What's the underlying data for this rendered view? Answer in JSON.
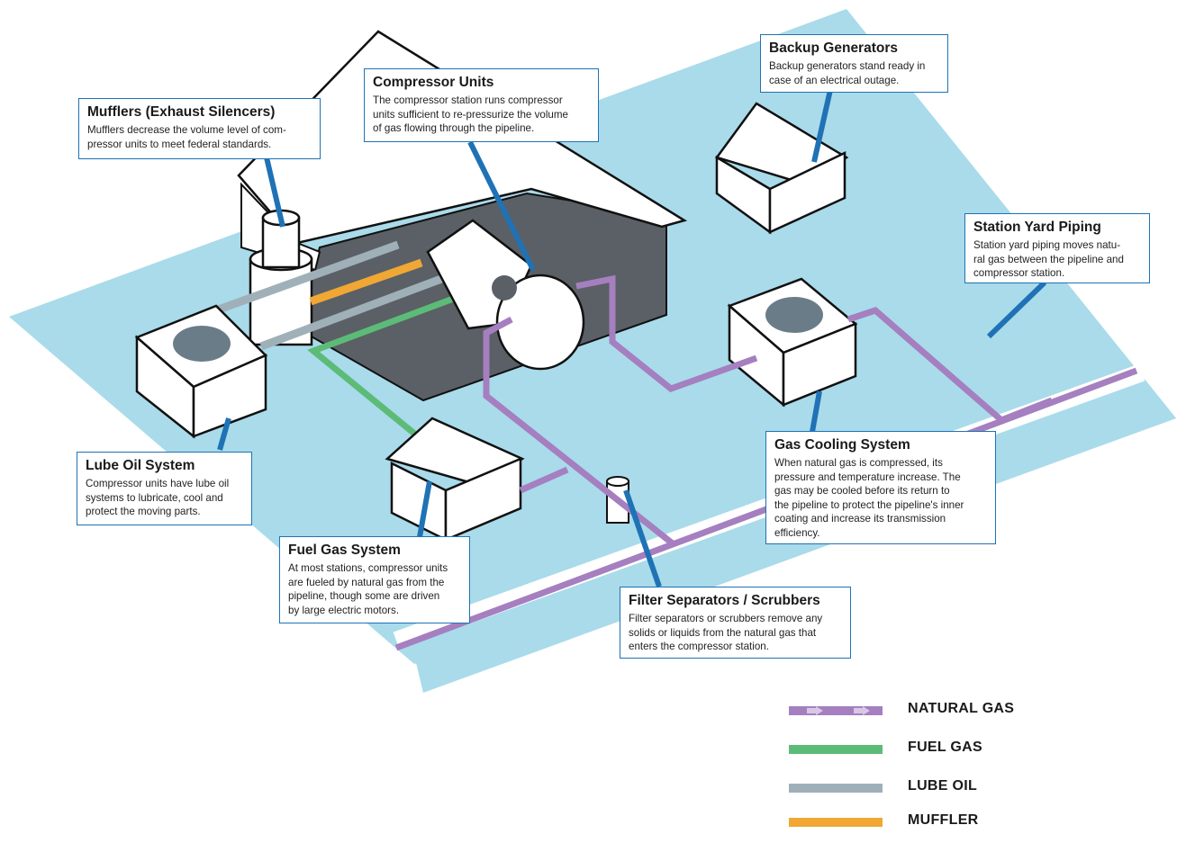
{
  "callouts": {
    "mufflers": {
      "title": "Mufflers (Exhaust Silencers)",
      "body": "Mufflers decrease the volume level of com-\npressor units to meet federal standards."
    },
    "compressor_units": {
      "title": "Compressor Units",
      "body": "The compressor station runs compressor\nunits sufficient to re-pressurize the volume\nof gas flowing through the pipeline."
    },
    "backup_generators": {
      "title": "Backup Generators",
      "body": "Backup generators stand ready in\ncase of an electrical outage."
    },
    "station_yard_piping": {
      "title": "Station Yard Piping",
      "body": "Station yard piping moves natu-\nral gas between the pipeline and\ncompressor station."
    },
    "lube_oil_system": {
      "title": "Lube Oil System",
      "body": "Compressor units have lube oil\nsystems to lubricate, cool and\nprotect the moving parts."
    },
    "fuel_gas_system": {
      "title": "Fuel Gas System",
      "body": "At most stations, compressor units\nare fueled by natural gas from the\npipeline, though some are driven\nby large electric motors."
    },
    "gas_cooling_system": {
      "title": "Gas Cooling System",
      "body": "When natural gas is compressed, its\npressure and temperature increase. The\ngas may be cooled before its return to\nthe pipeline to protect the pipeline's inner\ncoating and increase its transmission\nefficiency."
    },
    "filter_separators": {
      "title": "Filter Separators / Scrubbers",
      "body": "Filter separators or scrubbers remove any\nsolids or liquids from the natural gas that\nenters the compressor station."
    }
  },
  "legend": [
    {
      "label": "NATURAL GAS",
      "color": "#a57fbf"
    },
    {
      "label": "FUEL GAS",
      "color": "#5dbb78"
    },
    {
      "label": "LUBE OIL",
      "color": "#9fb0b8"
    },
    {
      "label": "MUFFLER",
      "color": "#f0a734"
    }
  ],
  "colors": {
    "ground": "#a9dbea",
    "callout_border": "#1f72b5",
    "leader_line": "#1f72b5",
    "building_interior": "#5a6066",
    "outline": "#111111"
  }
}
